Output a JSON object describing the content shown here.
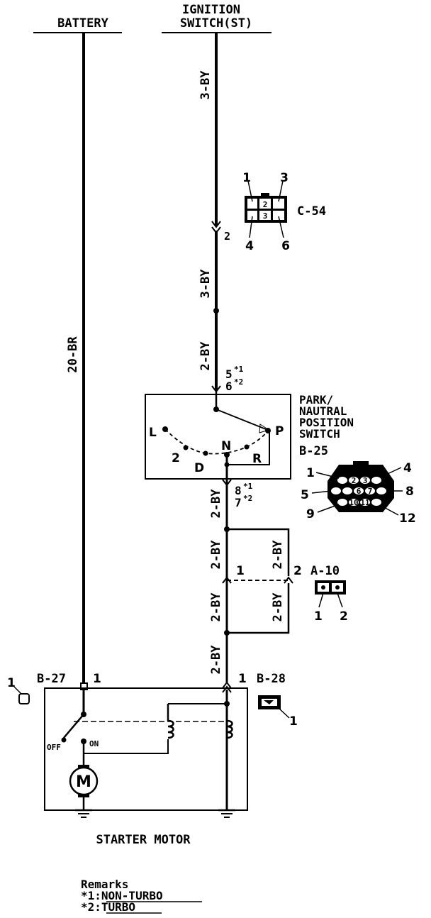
{
  "headers": {
    "battery": "BATTERY",
    "ignition_line1": "IGNITION",
    "ignition_line2": "SWITCH(ST)"
  },
  "wires": {
    "battery_wire": "20-BR",
    "top_wire": "3-BY",
    "wire_c54": "3-BY",
    "wire_to_switch": "2-BY",
    "wire_below_switch": "2-BY",
    "loop_left_top": "2-BY",
    "loop_right_top": "2-BY",
    "loop_left_bottom": "2-BY",
    "loop_right_bottom": "2-BY",
    "wire_to_motor": "2-BY"
  },
  "connector_c54": {
    "name": "C-54",
    "pin_tl": "1",
    "pin_tr": "3",
    "pin_bl": "4",
    "pin_br": "6",
    "pin_used": "2",
    "cell_a": "2",
    "cell_b": "3"
  },
  "switch_pins": {
    "top_main": "5",
    "top_main_sup": "*1",
    "top_alt": "6",
    "top_alt_sup": "*2",
    "bottom_main": "8",
    "bottom_main_sup": "*1",
    "bottom_alt": "7",
    "bottom_alt_sup": "*2"
  },
  "park_switch": {
    "line1": "PARK/",
    "line2": "NAUTRAL",
    "line3": "POSITION",
    "line4": "SWITCH",
    "connector": "B-25",
    "pos_L": "L",
    "pos_2": "2",
    "pos_D": "D",
    "pos_N": "N",
    "pos_R": "R",
    "pos_P": "P"
  },
  "connector_b25": {
    "pin_1": "1",
    "pin_4": "4",
    "pin_5": "5",
    "pin_8": "8",
    "pin_9": "9",
    "pin_12": "12",
    "cell_2": "2",
    "cell_3": "3",
    "cell_6": "6",
    "cell_7": "7",
    "cell_10": "10",
    "cell_11": "11"
  },
  "connector_a10": {
    "name": "A-10",
    "loop_pin_1": "1",
    "loop_pin_2": "2",
    "pin_1": "1",
    "pin_2": "2"
  },
  "motor_connectors": {
    "b27_ref": "1",
    "b27_name": "B-27",
    "b27_pin": "1",
    "b28_pin": "1",
    "b28_name": "B-28",
    "b28_ref": "1"
  },
  "starter": {
    "off_label": "OFF",
    "on_label": "ON",
    "motor_symbol": "M",
    "title": "STARTER MOTOR"
  },
  "remarks": {
    "title": "Remarks",
    "line1": "*1:NON-TURBO",
    "line2": "*2:TURBO"
  }
}
